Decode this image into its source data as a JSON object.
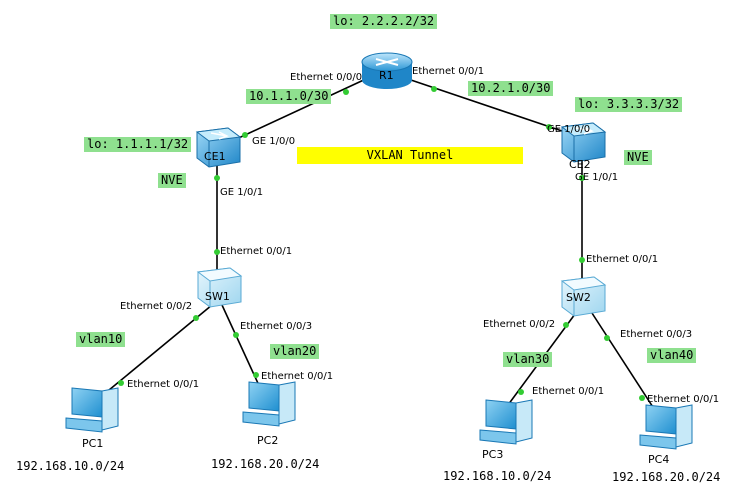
{
  "topology": {
    "router": {
      "name": "R1",
      "loopback": "lo: 2.2.2.2/32",
      "port_left": "Ethernet 0/0/0",
      "port_right": "Ethernet 0/0/1"
    },
    "links": {
      "left": "10.1.1.0/30",
      "right": "10.2.1.0/30"
    },
    "ce1": {
      "name": "CE1",
      "loopback": "lo: 1.1.1.1/32",
      "uplink": "GE 1/0/0",
      "downlink": "GE 1/0/1",
      "nve": "NVE"
    },
    "ce2": {
      "name": "CE2",
      "loopback": "lo: 3.3.3.3/32",
      "uplink": "GE 1/0/0",
      "downlink": "GE 1/0/1",
      "nve": "NVE"
    },
    "tunnel": "VXLAN Tunnel",
    "sw1": {
      "name": "SW1",
      "uplink": "Ethernet 0/0/1",
      "port_a": "Ethernet 0/0/2",
      "port_b": "Ethernet 0/0/3",
      "vlan_a": "vlan10",
      "vlan_b": "vlan20"
    },
    "sw2": {
      "name": "SW2",
      "uplink": "Ethernet 0/0/1",
      "port_a": "Ethernet 0/0/2",
      "port_b": "Ethernet 0/0/3",
      "vlan_a": "vlan30",
      "vlan_b": "vlan40"
    },
    "pcs": [
      {
        "name": "PC1",
        "port": "Ethernet 0/0/1",
        "subnet": "192.168.10.0/24"
      },
      {
        "name": "PC2",
        "port": "Ethernet 0/0/1",
        "subnet": "192.168.20.0/24"
      },
      {
        "name": "PC3",
        "port": "Ethernet 0/0/1",
        "subnet": "192.168.10.0/24"
      },
      {
        "name": "PC4",
        "port": "Ethernet 0/0/1",
        "subnet": "192.168.20.0/24"
      }
    ]
  },
  "colors": {
    "label_bg": "#8fe08f",
    "tunnel_bg": "#ffff00",
    "link": "#000000",
    "port_dot": "#33cc33",
    "device": "#2a9fd8"
  }
}
